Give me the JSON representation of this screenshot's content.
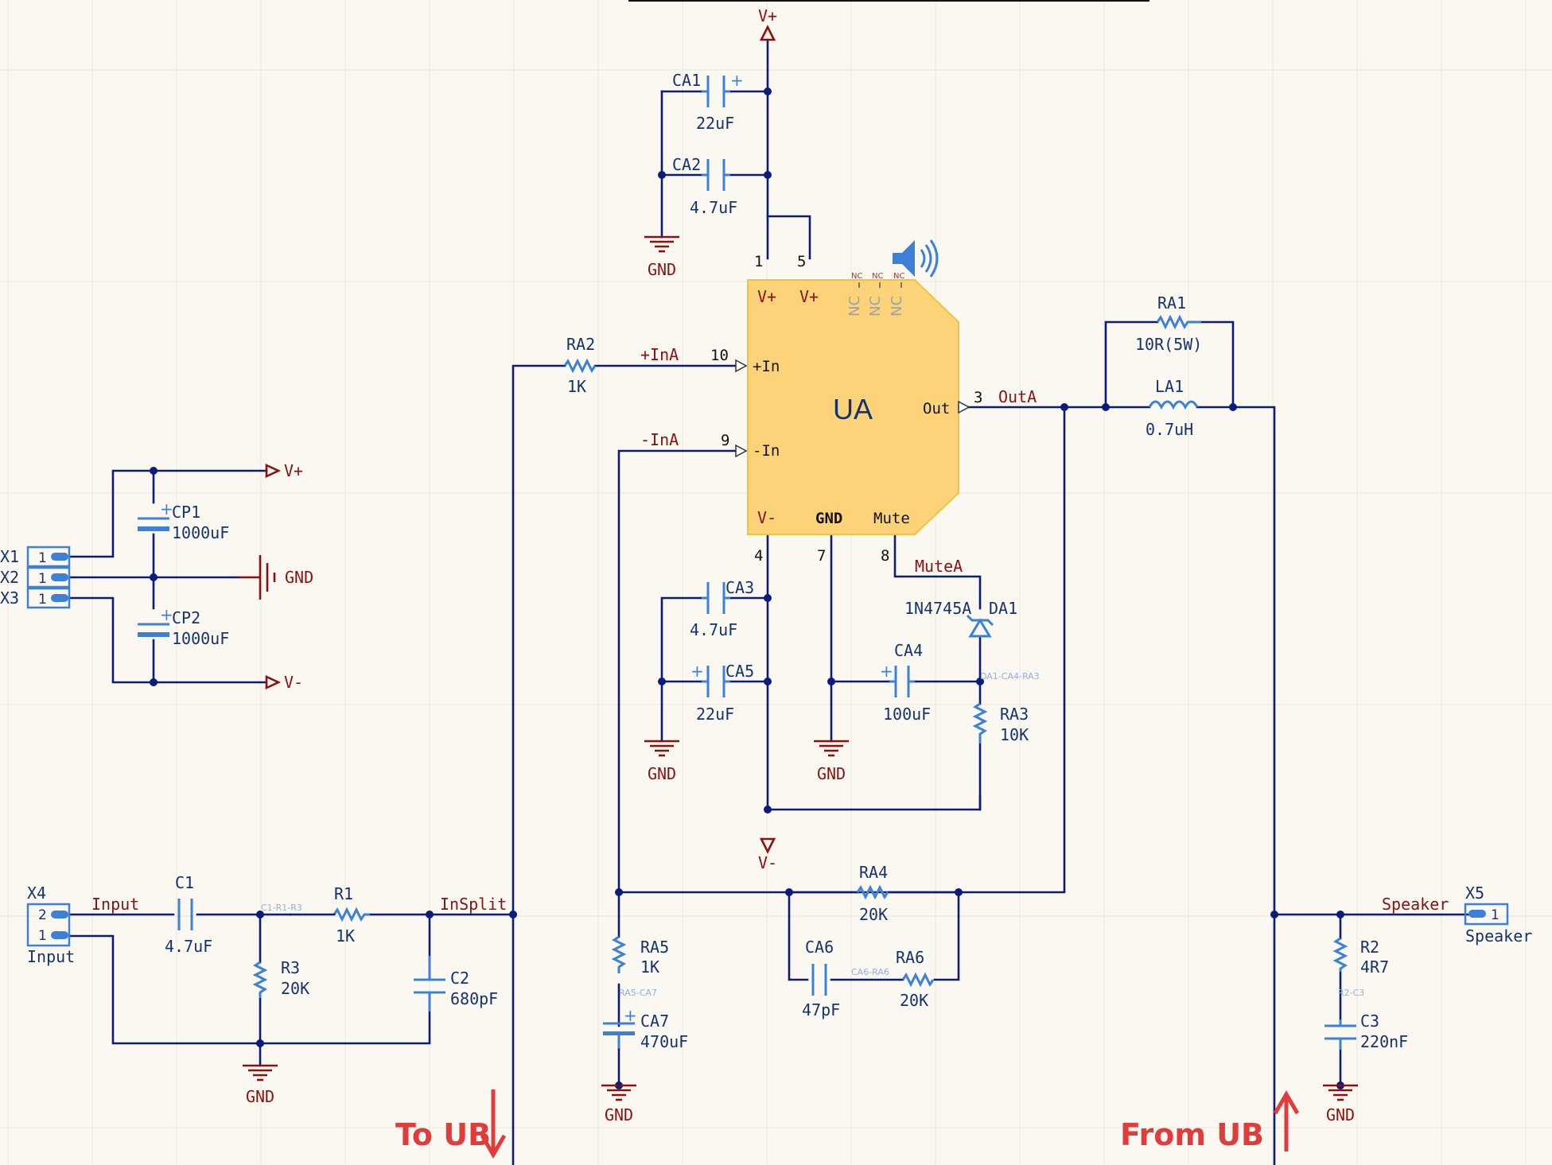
{
  "ic": {
    "name": "UA",
    "pins": {
      "vplus1": "V+",
      "vplus5": "V+",
      "nc": "NC",
      "in_plus": "+In",
      "in_minus": "-In",
      "out": "Out",
      "vminus": "V-",
      "gnd": "GND",
      "mute": "Mute"
    },
    "pin_numbers": {
      "p1": "1",
      "p5": "5",
      "p10": "10",
      "p9": "9",
      "p3": "3",
      "p4": "4",
      "p7": "7",
      "p8": "8"
    }
  },
  "power": {
    "vplus": "V+",
    "vminus": "V-",
    "gnd": "GND"
  },
  "nets": {
    "in_a_plus": "+InA",
    "in_a_minus": "-InA",
    "out_a": "OutA",
    "mute_a": "MuteA",
    "input": "Input",
    "insplit": "InSplit",
    "speaker": "Speaker"
  },
  "components": {
    "ca1": {
      "ref": "CA1",
      "value": "22uF"
    },
    "ca2": {
      "ref": "CA2",
      "value": "4.7uF"
    },
    "ca3": {
      "ref": "CA3",
      "value": "4.7uF"
    },
    "ca5": {
      "ref": "CA5",
      "value": "22uF"
    },
    "ca4": {
      "ref": "CA4",
      "value": "100uF"
    },
    "ca6": {
      "ref": "CA6",
      "value": "47pF"
    },
    "ca7": {
      "ref": "CA7",
      "value": "470uF"
    },
    "ra1": {
      "ref": "RA1",
      "value": "10R(5W)"
    },
    "la1": {
      "ref": "LA1",
      "value": "0.7uH"
    },
    "ra2": {
      "ref": "RA2",
      "value": "1K"
    },
    "ra3": {
      "ref": "RA3",
      "value": "10K"
    },
    "ra4": {
      "ref": "RA4",
      "value": "20K"
    },
    "ra5": {
      "ref": "RA5",
      "value": "1K"
    },
    "ra6": {
      "ref": "RA6",
      "value": "20K"
    },
    "da1": {
      "ref": "DA1",
      "value": "1N4745A"
    },
    "cp1": {
      "ref": "CP1",
      "value": "1000uF"
    },
    "cp2": {
      "ref": "CP2",
      "value": "1000uF"
    },
    "c1": {
      "ref": "C1",
      "value": "4.7uF"
    },
    "c2": {
      "ref": "C2",
      "value": "680pF"
    },
    "c3": {
      "ref": "C3",
      "value": "220nF"
    },
    "r1": {
      "ref": "R1",
      "value": "1K"
    },
    "r2": {
      "ref": "R2",
      "value": "4R7"
    },
    "r3": {
      "ref": "R3",
      "value": "20K"
    },
    "x1": {
      "ref": "X1",
      "pin": "1"
    },
    "x2": {
      "ref": "X2",
      "pin": "1"
    },
    "x3": {
      "ref": "X3",
      "pin": "1"
    },
    "x4": {
      "ref": "X4",
      "pin_top": "2",
      "pin_bottom": "1",
      "label": "Input"
    },
    "x5": {
      "ref": "X5",
      "pin": "1",
      "label": "Speaker"
    }
  },
  "tiny_labels": {
    "da1_net": "DA1-CA4-RA3",
    "c1_net": "C1-R1-R3",
    "ra5_net": "RA5-CA7",
    "ca6_net": "CA6-RA6",
    "r2_net": "R2-C3"
  },
  "notes": {
    "to_ub": "To UB",
    "from_ub": "From UB"
  },
  "colors": {
    "wire": "#0b1c7a",
    "component": "#3d80d8",
    "net_label": "#8b1010",
    "ic_fill": "#fdd37a",
    "note": "#e03c3c"
  }
}
